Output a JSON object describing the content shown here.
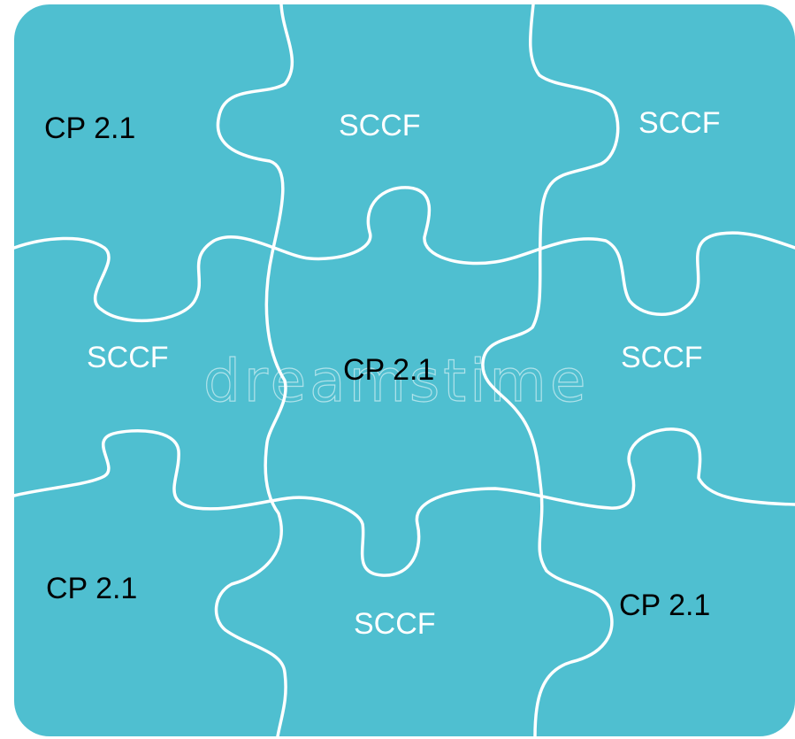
{
  "colors": {
    "board": "#4FBFD0",
    "seam": "#FFFFFF",
    "dark_label": "#000000",
    "light_label": "#FFFFFF"
  },
  "pieces": [
    {
      "id": "top-left",
      "label": "CP 2.1",
      "label_color": "dark"
    },
    {
      "id": "top-center",
      "label": "SCCF",
      "label_color": "light"
    },
    {
      "id": "top-right",
      "label": "SCCF",
      "label_color": "light"
    },
    {
      "id": "middle-left",
      "label": "SCCF",
      "label_color": "light"
    },
    {
      "id": "center",
      "label": "CP 2.1",
      "label_color": "dark"
    },
    {
      "id": "middle-right",
      "label": "SCCF",
      "label_color": "light"
    },
    {
      "id": "bottom-left",
      "label": "CP 2.1",
      "label_color": "dark"
    },
    {
      "id": "bottom-center",
      "label": "SCCF",
      "label_color": "light"
    },
    {
      "id": "bottom-right",
      "label": "CP 2.1",
      "label_color": "dark"
    }
  ],
  "watermark": "dreamstime"
}
